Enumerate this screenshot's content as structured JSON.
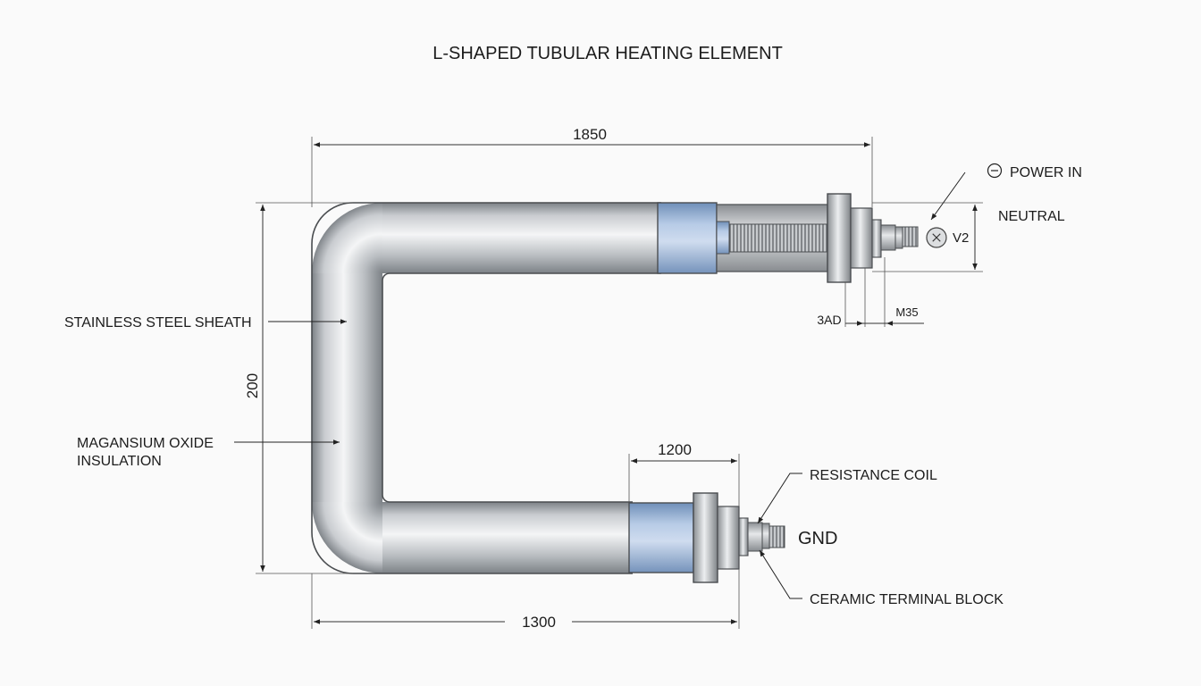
{
  "title": "L-SHAPED TUBULAR HEATING ELEMENT",
  "labels": {
    "power_in": "POWER IN",
    "neutral": "NEUTRAL",
    "v2": "V2",
    "sheath": "STAINLESS STEEL SHEATH",
    "insulation_line1": "MAGANSIUM OXIDE",
    "insulation_line2": "INSULATION",
    "resistance_coil": "RESISTANCE COIL",
    "gnd": "GND",
    "ceramic_block": "CERAMIC TERMINAL BLOCK"
  },
  "dimensions": {
    "top_length": "1850",
    "height": "200",
    "bottom_fitting": "1200",
    "bottom_length": "1300",
    "thread_a": "3AD",
    "thread_b": "M35"
  },
  "colors": {
    "sheath_light": "#eef0f2",
    "sheath_mid": "#b9bdc1",
    "sheath_dark": "#7c8186",
    "ceramic_blue": "#9fb9da",
    "outline": "#4a4d50"
  },
  "icons": [
    "minus-circle-icon",
    "plus-circle-icon"
  ]
}
